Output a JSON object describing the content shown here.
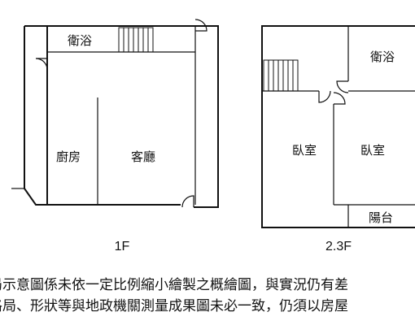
{
  "floor1": {
    "bathroom": "衛浴",
    "kitchen": "廚房",
    "living_room": "客廳",
    "label": "1F"
  },
  "floor23": {
    "bathroom": "衛浴",
    "bedroom_left": "臥室",
    "bedroom_right": "臥室",
    "balcony": "陽台",
    "label": "2.3F"
  },
  "disclaimer": {
    "line1": "局示意圖係未依一定比例縮小繪製之概繪圖，與實況仍有差",
    "line2": "格局、形狀等與地政機關測量成果圖未必一致，仍須以房屋"
  }
}
